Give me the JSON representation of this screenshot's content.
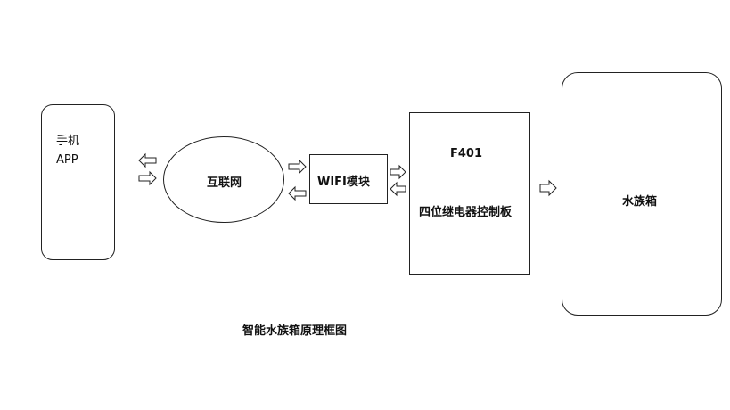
{
  "phone": {
    "line1": "手机",
    "line2": "APP"
  },
  "internet": {
    "label": "互联网"
  },
  "wifi_module": {
    "label": "WIFI模块"
  },
  "relay_board": {
    "title": "F401",
    "subtitle": "四位继电器控制板"
  },
  "aquarium": {
    "label": "水族箱"
  },
  "caption": "智能水族箱原理框图"
}
